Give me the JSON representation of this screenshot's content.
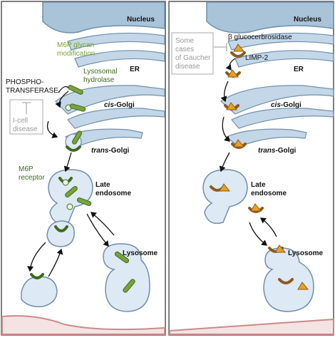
{
  "left_panel": {
    "nucleus": "Nucleus",
    "er": "ER",
    "m6p_glycan": [
      "M6P glycan",
      "modification"
    ],
    "lysosomal_hydrolase": [
      "Lysosomal",
      "hydrolase"
    ],
    "phosphotransferase": [
      "PHOSPHO-",
      "TRANSFERASE"
    ],
    "icell": [
      "I-cell",
      "disease"
    ],
    "cis_golgi": {
      "prefix": "cis",
      "suffix": "-Golgi"
    },
    "trans_golgi": {
      "prefix": "trans",
      "suffix": "-Golgi"
    },
    "m6p_receptor": [
      "M6P",
      "receptor"
    ],
    "late_endosome": [
      "Late",
      "endosome"
    ],
    "lysosome": "Lysosome"
  },
  "right_panel": {
    "nucleus": "Nucleus",
    "er": "ER",
    "gaucher": [
      "Some",
      "cases",
      "of Gaucher",
      "disease"
    ],
    "beta_gluco": "β glucocerbrosidase",
    "limp2": "LIMP-2",
    "cis_golgi": {
      "prefix": "cis",
      "suffix": "-Golgi"
    },
    "trans_golgi": {
      "prefix": "trans",
      "suffix": "-Golgi"
    },
    "late_endosome": [
      "Late",
      "endosome"
    ],
    "lysosome": "Lysosome"
  },
  "colors": {
    "organelle_fill": "#dde9f5",
    "organelle_stroke": "#7a9bb8",
    "nucleus_fill": "#a9c3d9",
    "membrane": "#c98a8a",
    "receptor_green": "#3d6a1e",
    "hydrolase_green": "#7aa23a",
    "limp2_brown": "#8a5a1e",
    "enzyme_orange": "#e8a020"
  }
}
